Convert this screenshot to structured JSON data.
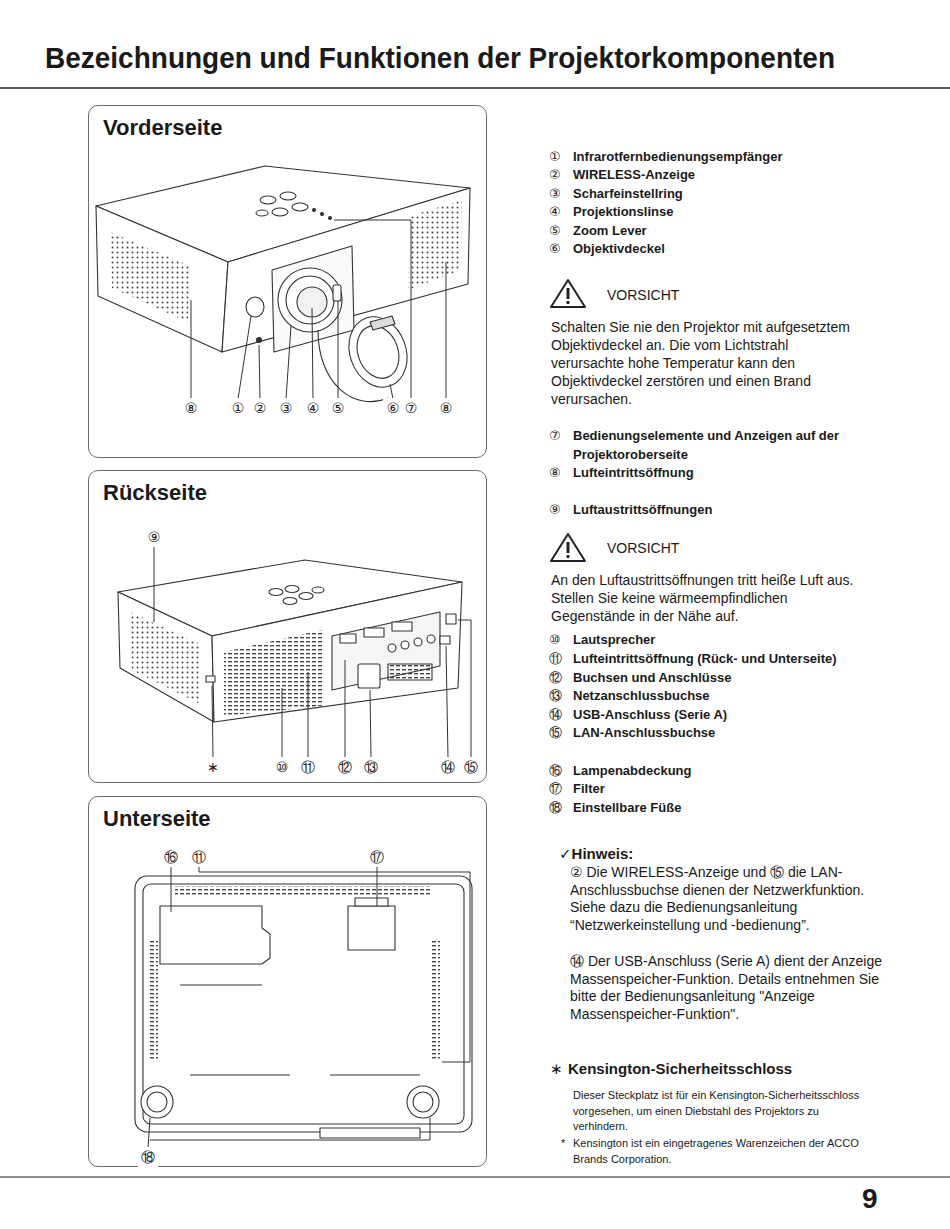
{
  "diagram": {
    "title": "Bezeichnungen und Funktionen der Projektorkomponenten",
    "nodes": [
      {
        "text": [
          "Vorderseite"
        ]
      },
      {
        "text": [
          "Rückseite"
        ]
      },
      {
        "text": [
          "Unterseite"
        ]
      }
    ],
    "labels": [
      "⑧",
      "①",
      "②",
      "③",
      "④",
      "⑤",
      "⑥",
      "⑦",
      "⑧",
      "⑨",
      "∗",
      "⑩",
      "⑪",
      "⑫",
      "⑬",
      "⑭",
      "⑮",
      "⑯",
      "⑪",
      "⑰",
      "⑱",
      "①",
      "Infrarotfernbedienungsempfänger",
      "②",
      "WIRELESS-Anzeige",
      "③",
      "Scharfeinstellring",
      "④",
      "Projektionslinse",
      "⑤",
      "Zoom Lever",
      "⑥",
      "Objektivdeckel",
      "VORSICHT",
      "Schalten Sie nie den Projektor mit aufgesetztem Objektivdeckel an. Die vom Lichtstrahl verursachte hohe Temperatur kann den Objektivdeckel zerstören und einen Brand verursachen.",
      "⑦",
      "Bedienungselemente und Anzeigen auf der Projektoroberseite",
      "⑧",
      "Lufteintrittsöffnung",
      "⑨",
      "Luftaustrittsöffnungen",
      "VORSICHT",
      "An den Luftaustrittsöffnungen tritt heiße Luft aus. Stellen Sie keine wärmeempfindlichen Gegenstände in der Nähe auf.",
      "⑩",
      "Lautsprecher",
      "⑪",
      "Lufteintrittsöffnung (Rück- und Unterseite)",
      "⑫",
      "Buchsen und Anschlüsse",
      "⑬",
      "Netzanschlussbuchse",
      "⑭",
      "USB-Anschluss (Serie A)",
      "⑮",
      "LAN-Anschlussbuchse",
      "⑯",
      "Lampenabdeckung",
      "⑰",
      "Filter",
      "⑱",
      "Einstellbare Füße",
      "✓Hinweis:",
      "② Die WIRELESS-Anzeige und ⑮ die LAN-Anschlussbuchse dienen der Netzwerkfunktion. Siehe dazu die Bedienungsanleitung “Netzwerkeinstellung und -bedienung”.",
      "⑭ Der USB-Anschluss (Serie A) dient der Anzeige Massenspeicher-Funktion. Details entnehmen Sie bitte der Bedienungsanleitung \"Anzeige Massenspeicher-Funktion\".",
      "∗",
      "Kensington-Sicherheitsschloss",
      "Dieser Steckplatz ist für ein Kensington-Sicherheitsschloss vorgesehen, um einen Diebstahl des Projektors zu verhindern.",
      "*",
      "Kensington ist ein eingetragenes Warenzeichen der ACCO Brands Corporation.",
      "9"
    ]
  }
}
